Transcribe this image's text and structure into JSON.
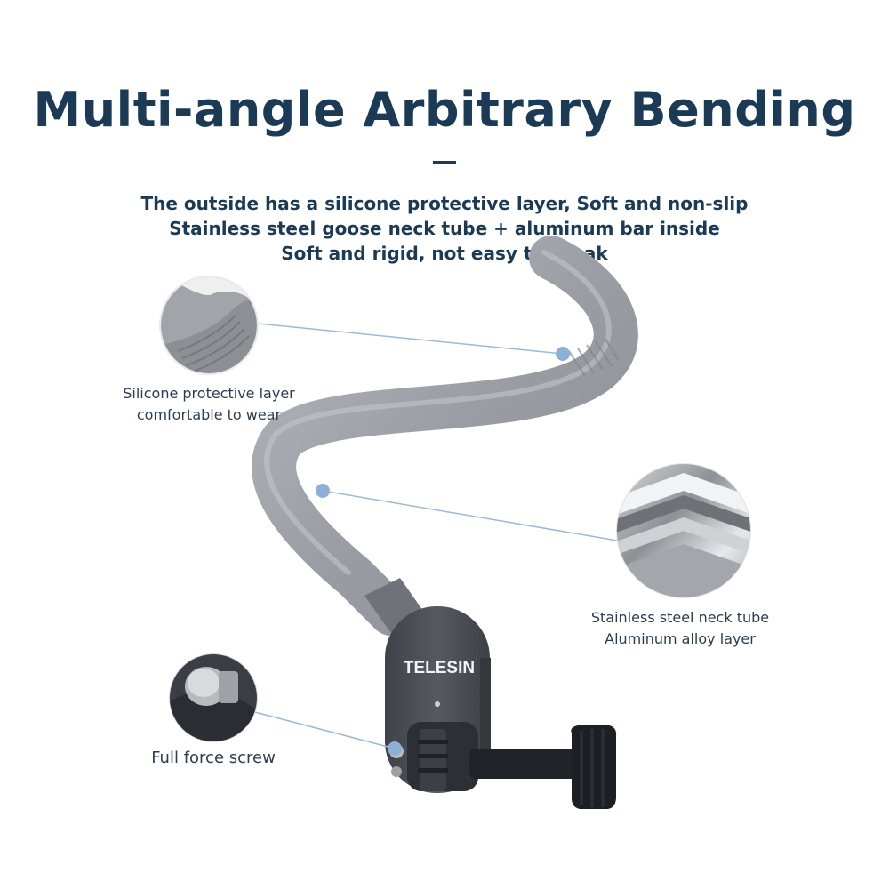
{
  "title": "Multi-angle Arbitrary Bending",
  "subtitle_lines": [
    "The outside has a silicone protective layer, Soft and non-slip",
    "Stainless steel goose neck tube + aluminum bar inside",
    "Soft and rigid, not easy to break"
  ],
  "callouts": {
    "silicone": {
      "line1": "Silicone protective layer",
      "line2": "comfortable to wear",
      "icon": "silicone-texture-icon"
    },
    "steel": {
      "line1": "Stainless steel neck tube",
      "line2": "Aluminum alloy layer",
      "icon": "steel-layer-icon"
    },
    "screw": {
      "line1": "Full force screw",
      "icon": "screw-icon"
    }
  },
  "product": {
    "brand": "TELESIN"
  },
  "colors": {
    "heading": "#1b3a55",
    "silicone": "#9a9ea4",
    "mount": "#4a4e54",
    "accent_dot": "#8fb0d6"
  }
}
